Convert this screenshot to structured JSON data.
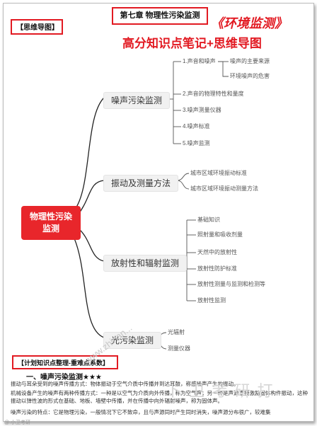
{
  "header": {
    "chapter_title": "第七章 物理性污染监测",
    "section_tag": "【思维导图】",
    "promo_line1": "《环境监测》",
    "promo_line2": "高分知识点笔记+思维导图"
  },
  "mindmap": {
    "root": "物理性污染监测",
    "branches": [
      {
        "label": "噪声污染监测",
        "leaves": [
          "1.声音和噪声",
          "2.声音的物理特性和量度",
          "3.噪声测量仪器",
          "4.噪声标准",
          "5.噪声监测"
        ],
        "subleaves": [
          "噪声的主要来源",
          "环境噪声的危害"
        ]
      },
      {
        "label": "振动及测量方法",
        "leaves": [
          "城市区域环境振动标准",
          "城市区域环境振动测量方法"
        ]
      },
      {
        "label": "放射性和辐射监测",
        "leaves": [
          "基础知识",
          "照射量和吸收剂量",
          "天然中的放射性",
          "放射性防护标准",
          "放射性测量与监测和检测等",
          "放射性监测"
        ]
      },
      {
        "label": "光污染监测",
        "leaves": [
          "光辐射",
          "测量仪器"
        ]
      }
    ]
  },
  "notes": {
    "section_tag": "【计划知识点整理-重难点系数】",
    "heading": "一、噪声污染监测★★★",
    "paragraphs": [
      "振动与耳朵受到的噪声传播方式：物体振动于空气介质中传播并到达耳鼓，称感噪声产生的振动。",
      "机械设备产生的噪声有两种传播方式：一种是以空气为介质向外传播，称为空气声；另一种是声源直接激励固体构件振动，这种振动以弹性波的形式在基础、地板、墙壁中传播，并在传播中向外辐射噪声，称为固体声。",
      "噪声污染的特点：它是物理污染，一般情况下它不致命，且与声源同时产生同时消失，噪声源分布很广，较难集"
    ],
    "watermark_diag": "www.zhinan...",
    "watermark_big": "卜 卫 考 研 打",
    "credit": "@ 小卫考研"
  }
}
